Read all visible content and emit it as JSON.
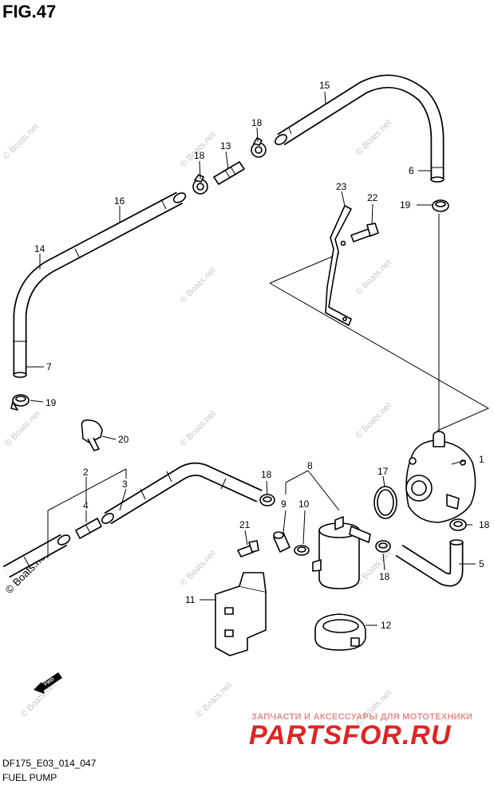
{
  "figure": {
    "title": "FIG.47",
    "code": "DF175_E03_014_047",
    "name": "FUEL PUMP"
  },
  "watermark": "© Boats.net",
  "ad": {
    "tagline": "ЗАПЧАСТИ И АКСЕССУАРЫ ДЛЯ МОТОТЕХНИКИ",
    "logo": "PARTSFOR.RU"
  },
  "front_marker": "FWD",
  "callouts": [
    {
      "id": "c1",
      "text": "1"
    },
    {
      "id": "c2",
      "text": "2"
    },
    {
      "id": "c3",
      "text": "3"
    },
    {
      "id": "c4",
      "text": "4"
    },
    {
      "id": "c5",
      "text": "5"
    },
    {
      "id": "c6",
      "text": "6"
    },
    {
      "id": "c7",
      "text": "7"
    },
    {
      "id": "c8",
      "text": "8"
    },
    {
      "id": "c9",
      "text": "9"
    },
    {
      "id": "c10",
      "text": "10"
    },
    {
      "id": "c11",
      "text": "11"
    },
    {
      "id": "c12",
      "text": "12"
    },
    {
      "id": "c13",
      "text": "13"
    },
    {
      "id": "c14",
      "text": "14"
    },
    {
      "id": "c15",
      "text": "15"
    },
    {
      "id": "c16",
      "text": "16"
    },
    {
      "id": "c17",
      "text": "17"
    },
    {
      "id": "c18a",
      "text": "18"
    },
    {
      "id": "c18b",
      "text": "18"
    },
    {
      "id": "c18c",
      "text": "18"
    },
    {
      "id": "c18d",
      "text": "18"
    },
    {
      "id": "c18e",
      "text": "18"
    },
    {
      "id": "c19a",
      "text": "19"
    },
    {
      "id": "c19b",
      "text": "19"
    },
    {
      "id": "c20",
      "text": "20"
    },
    {
      "id": "c21",
      "text": "21"
    },
    {
      "id": "c22",
      "text": "22"
    },
    {
      "id": "c23",
      "text": "23"
    }
  ]
}
